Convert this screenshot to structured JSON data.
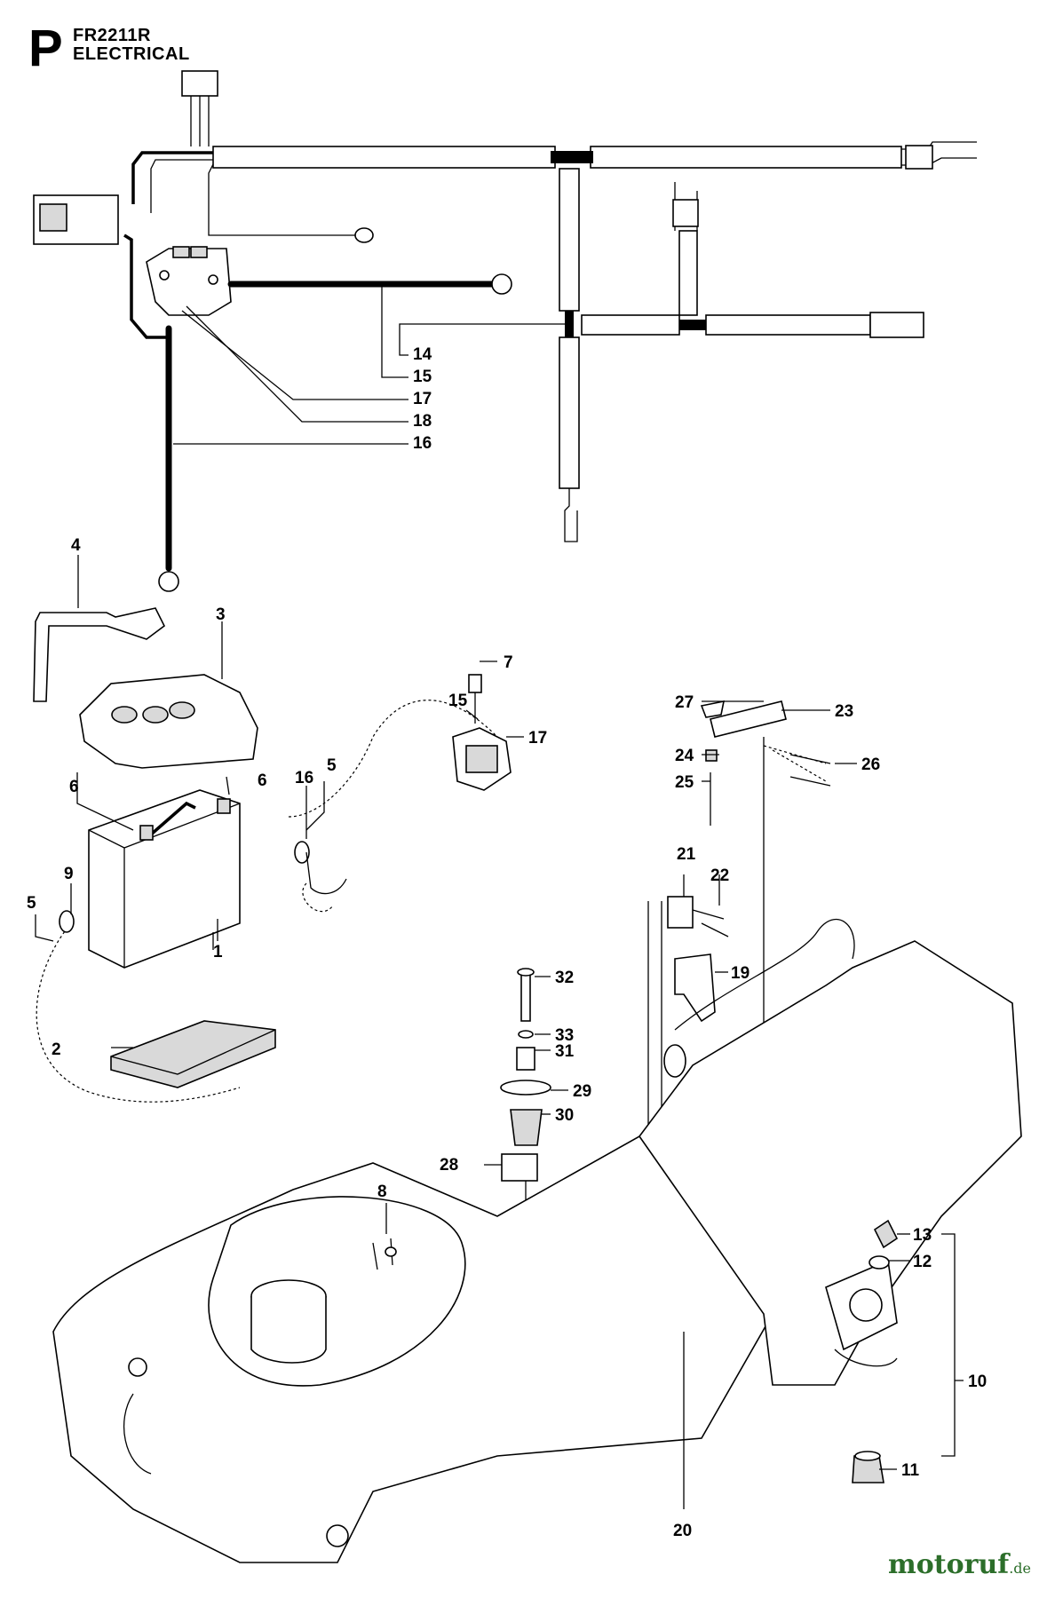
{
  "header": {
    "section_letter": "P",
    "model": "FR2211R",
    "title": "ELECTRICAL"
  },
  "watermark": {
    "brand": "motoruf",
    "tld": ".de",
    "color": "#2c6e2a"
  },
  "callouts": [
    {
      "id": "c14",
      "label": "14"
    },
    {
      "id": "c15a",
      "label": "15"
    },
    {
      "id": "c17a",
      "label": "17"
    },
    {
      "id": "c18",
      "label": "18"
    },
    {
      "id": "c16a",
      "label": "16"
    },
    {
      "id": "c4",
      "label": "4"
    },
    {
      "id": "c3",
      "label": "3"
    },
    {
      "id": "c7",
      "label": "7"
    },
    {
      "id": "c15b",
      "label": "15"
    },
    {
      "id": "c17b",
      "label": "17"
    },
    {
      "id": "c27",
      "label": "27"
    },
    {
      "id": "c23",
      "label": "23"
    },
    {
      "id": "c24",
      "label": "24"
    },
    {
      "id": "c26",
      "label": "26"
    },
    {
      "id": "c25",
      "label": "25"
    },
    {
      "id": "c6a",
      "label": "6"
    },
    {
      "id": "c6b",
      "label": "6"
    },
    {
      "id": "c16b",
      "label": "16"
    },
    {
      "id": "c5a",
      "label": "5"
    },
    {
      "id": "c9",
      "label": "9"
    },
    {
      "id": "c5b",
      "label": "5"
    },
    {
      "id": "c1",
      "label": "1"
    },
    {
      "id": "c21",
      "label": "21"
    },
    {
      "id": "c22",
      "label": "22"
    },
    {
      "id": "c19",
      "label": "19"
    },
    {
      "id": "c32",
      "label": "32"
    },
    {
      "id": "c33",
      "label": "33"
    },
    {
      "id": "c31",
      "label": "31"
    },
    {
      "id": "c2",
      "label": "2"
    },
    {
      "id": "c29",
      "label": "29"
    },
    {
      "id": "c30",
      "label": "30"
    },
    {
      "id": "c28",
      "label": "28"
    },
    {
      "id": "c8",
      "label": "8"
    },
    {
      "id": "c13",
      "label": "13"
    },
    {
      "id": "c12",
      "label": "12"
    },
    {
      "id": "c10",
      "label": "10"
    },
    {
      "id": "c11",
      "label": "11"
    },
    {
      "id": "c20",
      "label": "20"
    }
  ]
}
